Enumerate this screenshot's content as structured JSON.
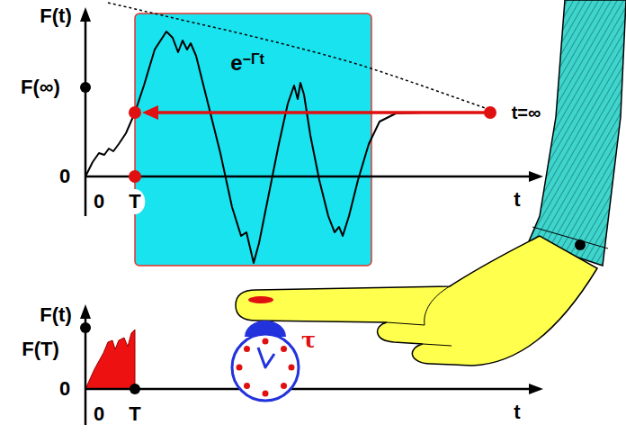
{
  "diagram": {
    "labels": [
      "F(t)",
      "F(∞)",
      "0",
      "0",
      "T",
      "e−Γt",
      "t=∞",
      "t",
      "F(t)",
      "F(T)",
      "0",
      "0",
      "T",
      "τ",
      "t"
    ]
  }
}
